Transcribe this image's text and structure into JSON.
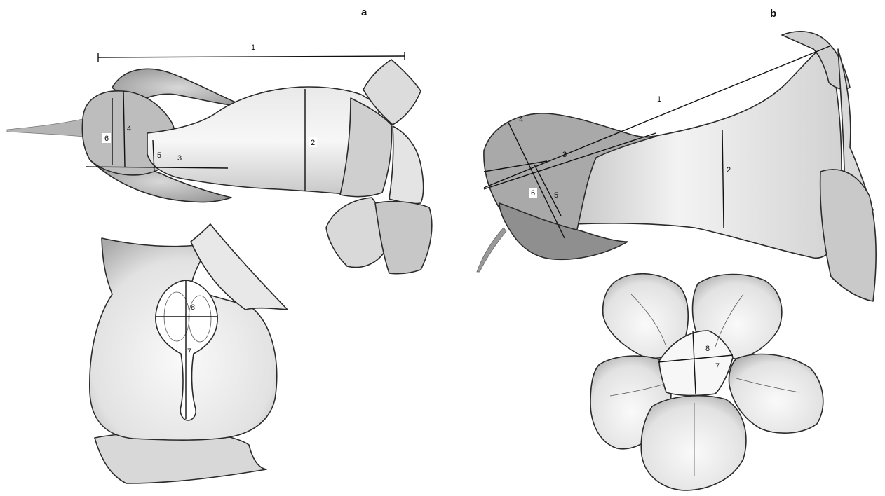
{
  "panels": {
    "a": {
      "letter": "a",
      "labels": {
        "m1": "1",
        "m2": "2",
        "m3": "3",
        "m4": "4",
        "m5": "5",
        "m6": "6",
        "m7": "7",
        "m8": "8"
      }
    },
    "b": {
      "letter": "b",
      "labels": {
        "m1": "1",
        "m2": "2",
        "m3": "3",
        "m4": "4",
        "m5": "5",
        "m6": "6",
        "m7": "7",
        "m8": "8"
      }
    }
  },
  "colors": {
    "petal_light": "#f2f2f2",
    "petal_mid": "#cfcfcf",
    "petal_dark": "#9a9a9a",
    "ink": "#111111"
  }
}
